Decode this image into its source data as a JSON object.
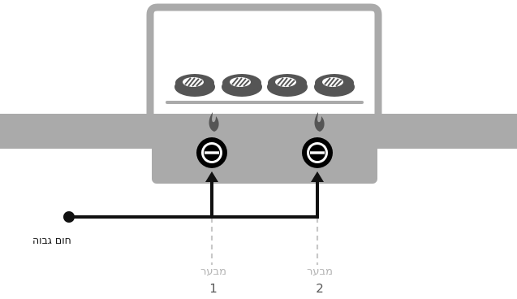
{
  "diagram": {
    "main_label": "חום גבוה",
    "burners": [
      {
        "name": "מבער",
        "number": "1"
      },
      {
        "name": "מבער",
        "number": "2"
      }
    ],
    "colors": {
      "grill_body": "#aaaaaa",
      "lid_outline": "#aaaaaa",
      "knob_fill": "#000000",
      "knob_ring": "#ffffff",
      "flame": "#555555",
      "steak": "#555555",
      "connector": "#111111",
      "dashed_line": "#c8c8c8",
      "burner_name_text": "#b3b3b3",
      "burner_number_text": "#5a5a5a"
    },
    "icons": [
      "grill-lid",
      "steak-icon",
      "flame-icon",
      "knob-icon"
    ],
    "knobs": [
      {
        "state": "on"
      },
      {
        "state": "on"
      }
    ]
  }
}
